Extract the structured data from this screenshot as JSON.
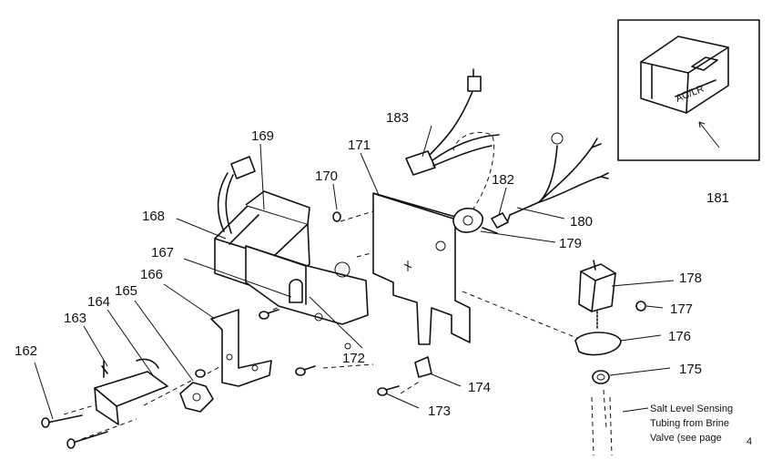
{
  "parts": [
    {
      "id": "p162",
      "number": "162"
    },
    {
      "id": "p163",
      "number": "163"
    },
    {
      "id": "p164",
      "number": "164"
    },
    {
      "id": "p165",
      "number": "165"
    },
    {
      "id": "p166",
      "number": "166"
    },
    {
      "id": "p167",
      "number": "167"
    },
    {
      "id": "p168",
      "number": "168"
    },
    {
      "id": "p169",
      "number": "169"
    },
    {
      "id": "p170",
      "number": "170"
    },
    {
      "id": "p171",
      "number": "171"
    },
    {
      "id": "p172",
      "number": "172"
    },
    {
      "id": "p173",
      "number": "173"
    },
    {
      "id": "p174",
      "number": "174"
    },
    {
      "id": "p175",
      "number": "175"
    },
    {
      "id": "p176",
      "number": "176"
    },
    {
      "id": "p177",
      "number": "177"
    },
    {
      "id": "p178",
      "number": "178"
    },
    {
      "id": "p179",
      "number": "179"
    },
    {
      "id": "p180",
      "number": "180"
    },
    {
      "id": "p181",
      "number": "181"
    },
    {
      "id": "p182",
      "number": "182"
    },
    {
      "id": "p183",
      "number": "183"
    }
  ],
  "note": {
    "line1": "Salt Level Sensing",
    "line2": "Tubing from Brine",
    "line3": "Valve (see page",
    "page_ref": "4"
  },
  "inset": {
    "plug_marking": "AC/LR"
  }
}
